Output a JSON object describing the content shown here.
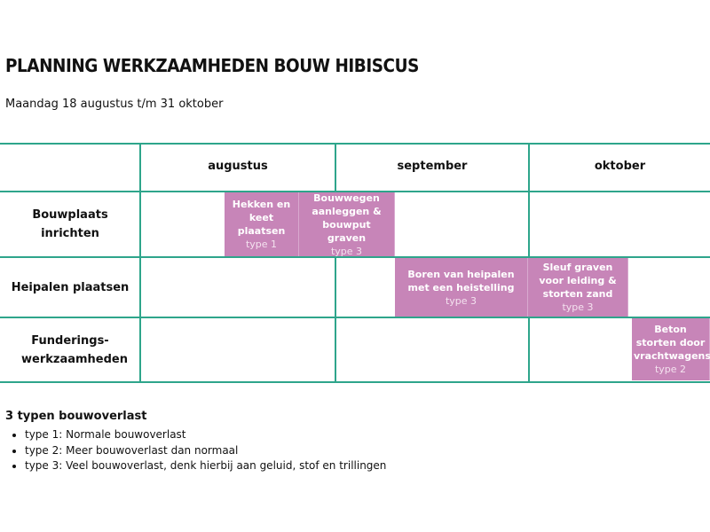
{
  "title": "PLANNING WERKZAAMHEDEN BOUW HIBISCUS",
  "subtitle": "Maandag 18 augustus t/m 31 oktober",
  "months": [
    "augustus",
    "september",
    "oktober"
  ],
  "rows": [
    "Bouwplaats inrichten",
    "Heipalen plaatsen",
    "Funderings-werkzaamheden"
  ],
  "tasks": [
    {
      "name": "Hekken en keet plaatsen",
      "type": "type 1"
    },
    {
      "name": "Bouwwegen aanleggen & bouwput graven",
      "type": "type 3"
    },
    {
      "name": "Boren van heipalen met een heistelling",
      "type": "type 3"
    },
    {
      "name": "Sleuf graven voor leiding & storten zand",
      "type": "type 3"
    },
    {
      "name": "Beton storten door vrachtwagens",
      "type": "type 2"
    }
  ],
  "legend": {
    "title": "3 typen bouwoverlast",
    "items": [
      "type 1: Normale bouwoverlast",
      "type 2: Meer bouwoverlast dan normaal",
      "type 3: Veel bouwoverlast, denk hierbij aan geluid, stof en trillingen"
    ]
  },
  "colors": {
    "grid": "#2ea58b",
    "task": "#c785b8"
  }
}
